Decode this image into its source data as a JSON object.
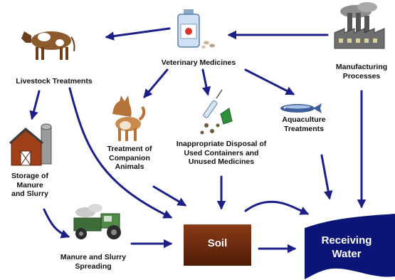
{
  "nodes": {
    "veterinary_medicines": "Veterinary Medicines",
    "manufacturing_processes": "Manufacturing\nProcesses",
    "livestock_treatments": "Livestock Treatments",
    "treatment_companion_animals": "Treatment of\nCompanion\nAnimals",
    "inappropriate_disposal": "Inappropriate Disposal of\nUsed Containers and\nUnused Medicines",
    "aquaculture_treatments": "Aquaculture\nTreatments",
    "storage_manure_slurry": "Storage of\nManure\nand Slurry",
    "manure_slurry_spreading": "Manure and Slurry\nSpreading",
    "soil": "Soil",
    "receiving_water": "Receiving\nWater"
  },
  "colors": {
    "arrow": "#1c1f87",
    "soil_box": "#6e2a10",
    "water_shape": "#0a1577"
  },
  "icons": [
    "cow-icon",
    "medicine-bottle-icon",
    "factory-icon",
    "dog-icon",
    "syringe-pills-icon",
    "fish-icon",
    "barn-silo-icon",
    "tractor-spreader-icon"
  ]
}
